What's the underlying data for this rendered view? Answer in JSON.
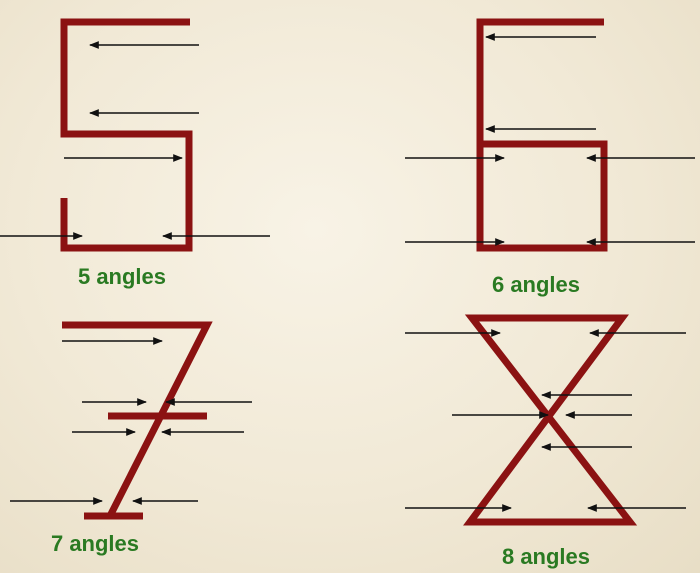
{
  "colors": {
    "digit": "#8b1212",
    "arrow": "#111111",
    "caption": "#2a7a22"
  },
  "panels": [
    {
      "id": "five",
      "digit": "5",
      "caption": "5 angles"
    },
    {
      "id": "six",
      "digit": "6",
      "caption": "6 angles"
    },
    {
      "id": "seven",
      "digit": "7",
      "caption": "7 angles"
    },
    {
      "id": "eight",
      "digit": "8",
      "caption": "8 angles"
    }
  ]
}
